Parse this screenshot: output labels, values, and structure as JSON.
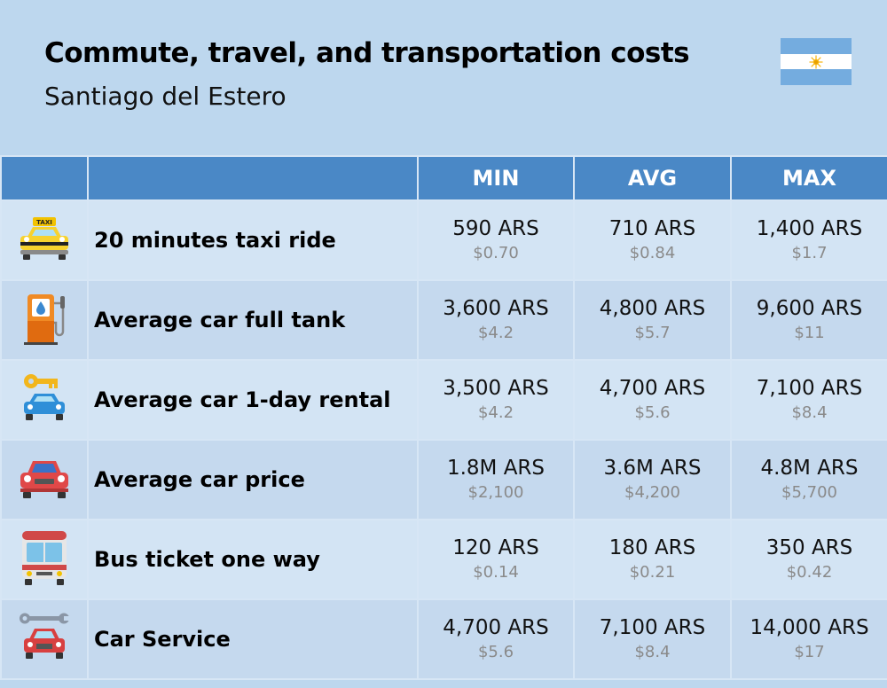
{
  "header": {
    "title": "Commute, travel, and transportation costs",
    "subtitle": "Santiago del Estero",
    "flag_icon": "argentina-flag-icon"
  },
  "colors": {
    "background": "#bdd7ee",
    "header_row": "#4a88c6",
    "row_odd": "#c5d9ee",
    "row_even": "#d3e4f4",
    "secondary_text": "#8a8a8a"
  },
  "columns": [
    "",
    "",
    "MIN",
    "AVG",
    "MAX"
  ],
  "rows": [
    {
      "icon": "taxi-icon",
      "icon_text": "TAXI",
      "label": "20 minutes taxi ride",
      "min": {
        "ars": "590 ARS",
        "usd": "$0.70"
      },
      "avg": {
        "ars": "710 ARS",
        "usd": "$0.84"
      },
      "max": {
        "ars": "1,400 ARS",
        "usd": "$1.7"
      }
    },
    {
      "icon": "gas-pump-icon",
      "label": "Average car full tank",
      "min": {
        "ars": "3,600 ARS",
        "usd": "$4.2"
      },
      "avg": {
        "ars": "4,800 ARS",
        "usd": "$5.7"
      },
      "max": {
        "ars": "9,600 ARS",
        "usd": "$11"
      }
    },
    {
      "icon": "car-key-icon",
      "label": "Average car 1-day rental",
      "min": {
        "ars": "3,500 ARS",
        "usd": "$4.2"
      },
      "avg": {
        "ars": "4,700 ARS",
        "usd": "$5.6"
      },
      "max": {
        "ars": "7,100 ARS",
        "usd": "$8.4"
      }
    },
    {
      "icon": "car-icon",
      "label": "Average car price",
      "min": {
        "ars": "1.8M ARS",
        "usd": "$2,100"
      },
      "avg": {
        "ars": "3.6M ARS",
        "usd": "$4,200"
      },
      "max": {
        "ars": "4.8M ARS",
        "usd": "$5,700"
      }
    },
    {
      "icon": "bus-icon",
      "label": "Bus ticket one way",
      "min": {
        "ars": "120 ARS",
        "usd": "$0.14"
      },
      "avg": {
        "ars": "180 ARS",
        "usd": "$0.21"
      },
      "max": {
        "ars": "350 ARS",
        "usd": "$0.42"
      }
    },
    {
      "icon": "car-service-icon",
      "label": "Car Service",
      "min": {
        "ars": "4,700 ARS",
        "usd": "$5.6"
      },
      "avg": {
        "ars": "7,100 ARS",
        "usd": "$8.4"
      },
      "max": {
        "ars": "14,000 ARS",
        "usd": "$17"
      }
    }
  ]
}
